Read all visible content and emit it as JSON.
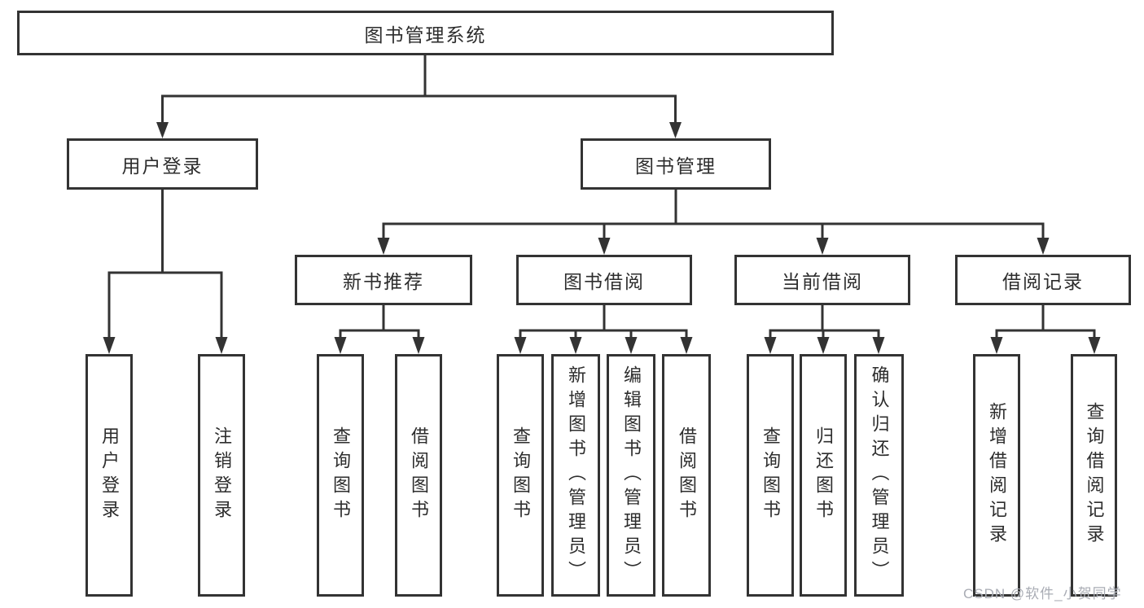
{
  "colors": {
    "line": "#333333",
    "box_border": "#333333",
    "text": "#2d2d2d",
    "watermark": "#a9acb4",
    "background": "#ffffff"
  },
  "diagram": {
    "root": {
      "label": "图书管理系统"
    },
    "branches": [
      {
        "label": "用户登录",
        "children": [
          {
            "label": "用户登录"
          },
          {
            "label": "注销登录"
          }
        ]
      },
      {
        "label": "图书管理",
        "children": [
          {
            "label": "新书推荐",
            "children": [
              {
                "label": "查询图书"
              },
              {
                "label": "借阅图书"
              }
            ]
          },
          {
            "label": "图书借阅",
            "children": [
              {
                "label": "查询图书"
              },
              {
                "label": "新增图书（管理员）"
              },
              {
                "label": "编辑图书（管理员）"
              },
              {
                "label": "借阅图书"
              }
            ]
          },
          {
            "label": "当前借阅",
            "children": [
              {
                "label": "查询图书"
              },
              {
                "label": "归还图书"
              },
              {
                "label": "确认归还（管理员）"
              }
            ]
          },
          {
            "label": "借阅记录",
            "children": [
              {
                "label": "新增借阅记录"
              },
              {
                "label": "查询借阅记录"
              }
            ]
          }
        ]
      }
    ]
  },
  "watermark": {
    "text": "CSDN @软件_小贺同学"
  }
}
